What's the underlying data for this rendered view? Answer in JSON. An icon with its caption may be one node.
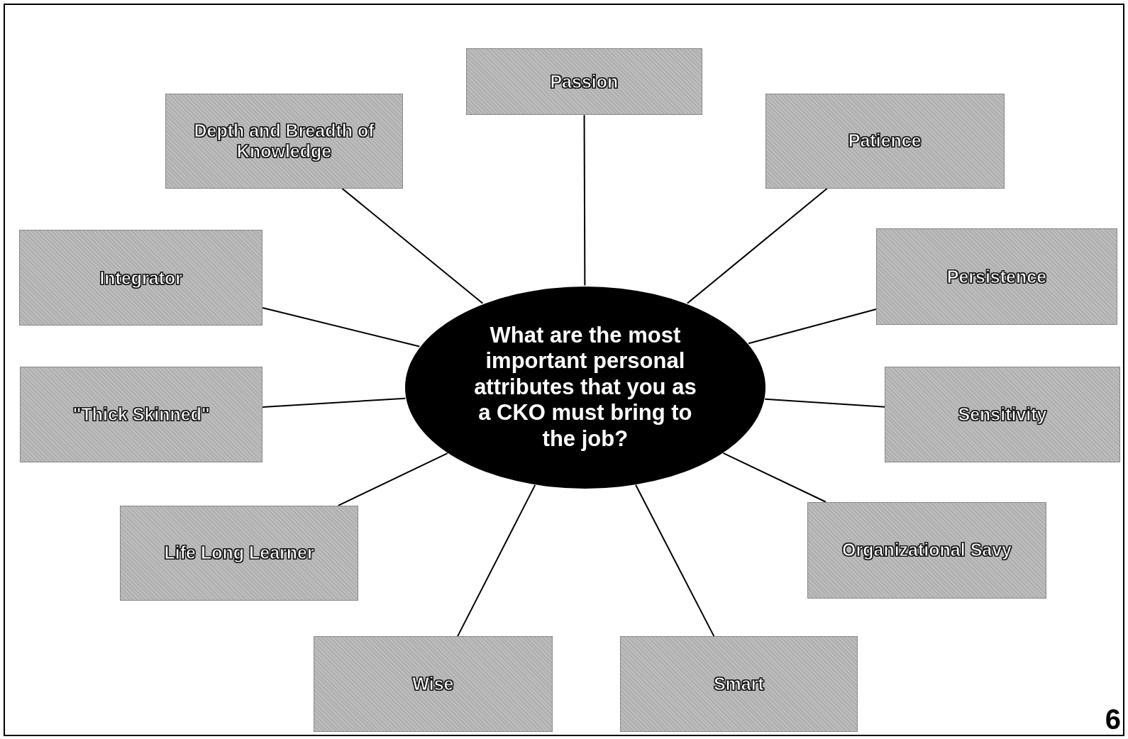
{
  "diagram": {
    "nodes": [
      {
        "text": [
          "What are the most important personal attributes that you as a CKO must bring to the job?"
        ]
      },
      {
        "text": [
          "Passion"
        ]
      },
      {
        "text": [
          "Depth and Breadth of Knowledge"
        ]
      },
      {
        "text": [
          "Patience"
        ]
      },
      {
        "text": [
          "Integrator"
        ]
      },
      {
        "text": [
          "Persistence"
        ]
      },
      {
        "text": [
          "\"Thick Skinned\""
        ]
      },
      {
        "text": [
          "Sensitivity"
        ]
      },
      {
        "text": [
          "Life Long Learner"
        ]
      },
      {
        "text": [
          "Organizational Savy"
        ]
      },
      {
        "text": [
          "Wise"
        ]
      },
      {
        "text": [
          "Smart"
        ]
      }
    ],
    "edges": [
      {
        "from": 0,
        "to": 1,
        "arrow": "none"
      },
      {
        "from": 0,
        "to": 2,
        "arrow": "none"
      },
      {
        "from": 0,
        "to": 3,
        "arrow": "none"
      },
      {
        "from": 0,
        "to": 4,
        "arrow": "none"
      },
      {
        "from": 0,
        "to": 5,
        "arrow": "none"
      },
      {
        "from": 0,
        "to": 6,
        "arrow": "none"
      },
      {
        "from": 0,
        "to": 7,
        "arrow": "none"
      },
      {
        "from": 0,
        "to": 8,
        "arrow": "none"
      },
      {
        "from": 0,
        "to": 9,
        "arrow": "none"
      },
      {
        "from": 0,
        "to": 10,
        "arrow": "none"
      },
      {
        "from": 0,
        "to": 11,
        "arrow": "none"
      }
    ],
    "labels": [
      "6"
    ]
  }
}
